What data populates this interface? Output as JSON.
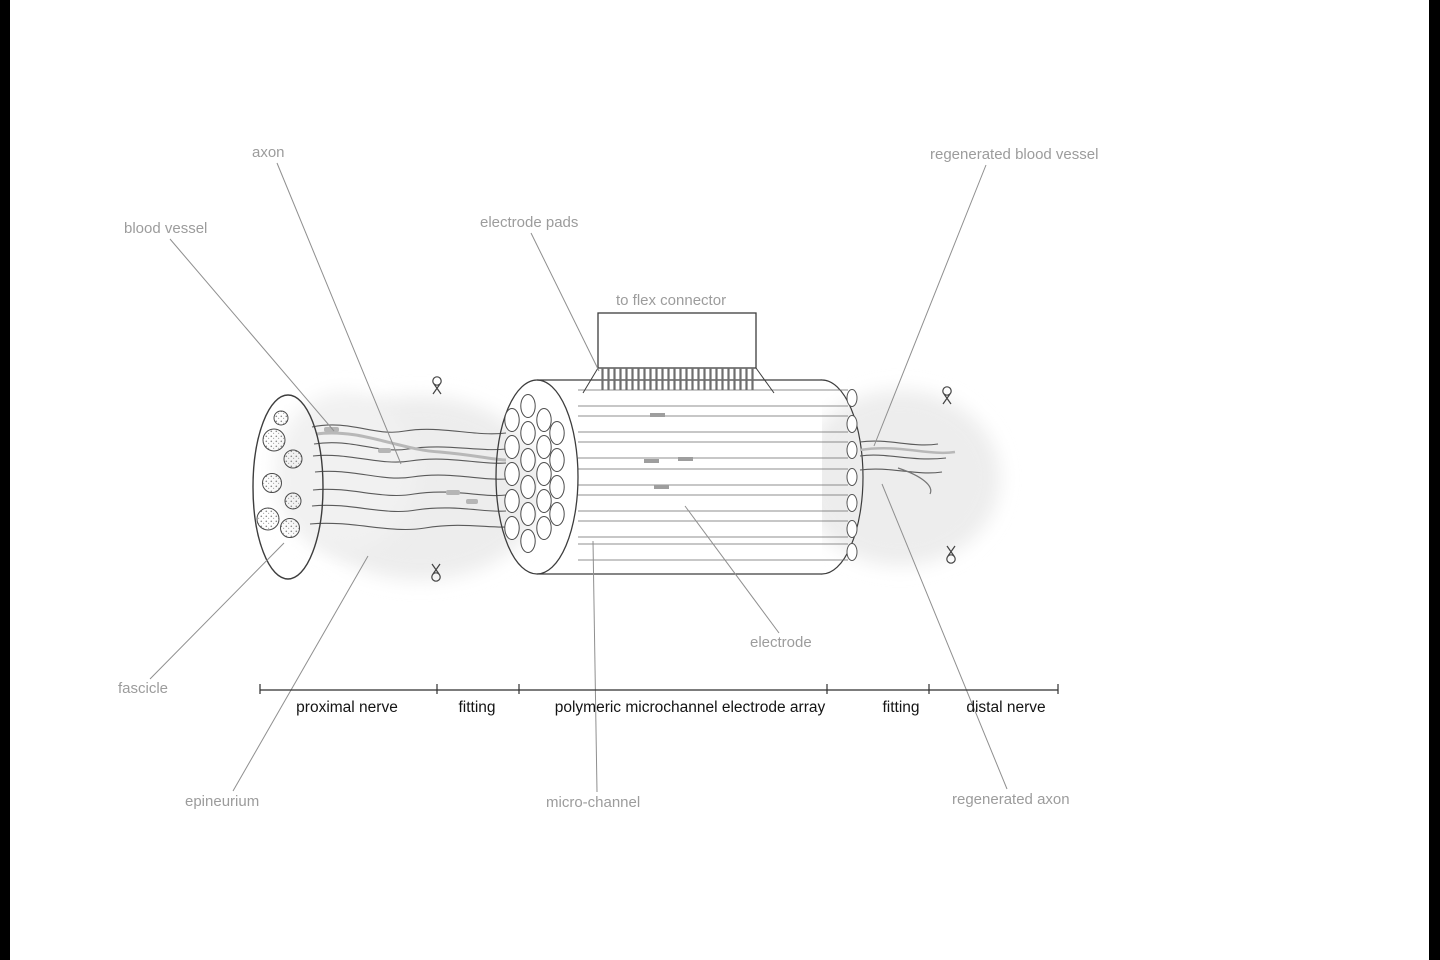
{
  "labels": {
    "axon": "axon",
    "blood_vessel": "blood vessel",
    "electrode_pads": "electrode pads",
    "to_flex_connector": "to flex connector",
    "regenerated_blood_vessel": "regenerated blood vessel",
    "fascicle": "fascicle",
    "epineurium": "epineurium",
    "micro_channel": "micro-channel",
    "electrode": "electrode",
    "regenerated_axon": "regenerated axon"
  },
  "scale": {
    "segments": [
      "proximal nerve",
      "fitting",
      "polymeric microchannel electrode array",
      "fitting",
      "distal nerve"
    ]
  },
  "colors": {
    "background": "#ffffff",
    "edge_bars": "#000000",
    "outline": "#3d3d3d",
    "label_text": "#9c9c9c",
    "scale_text": "#141414",
    "leader_line": "#8f8f8f",
    "tissue_shade": "#ededed",
    "vessel_gray": "#b8b8b8",
    "electrode_site_gray": "#9e9e9e"
  }
}
